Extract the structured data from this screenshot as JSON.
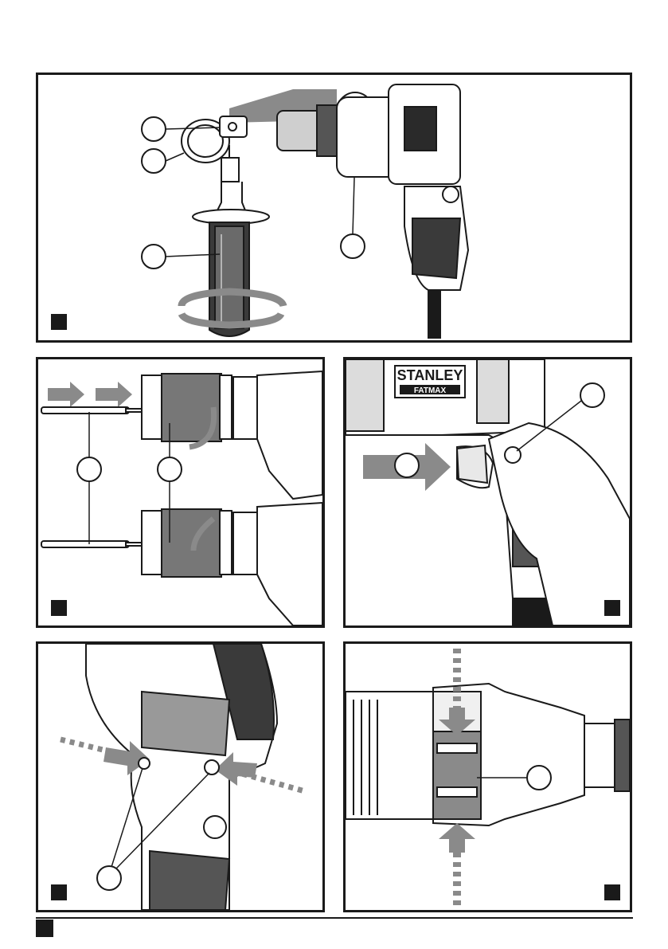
{
  "brand": {
    "name": "STANLEY",
    "subname": "FATMAX"
  },
  "colors": {
    "ink": "#1a1a1a",
    "tone": "#8a8a8a",
    "light": "#d8d8d8",
    "paper": "#ffffff"
  },
  "figures": [
    {
      "key": "fig-1",
      "icons": [
        "side-handle-icon",
        "drill-icon",
        "rotation-arrow-icon",
        "push-arrow-icon"
      ]
    },
    {
      "key": "fig-2",
      "icons": [
        "drill-bit-icon",
        "chuck-icon",
        "rotation-arrow-icon"
      ]
    },
    {
      "key": "fig-3",
      "icons": [
        "trigger-icon",
        "lock-button-icon",
        "hand-icon"
      ]
    },
    {
      "key": "fig-4",
      "icons": [
        "push-arrow-icon",
        "drill-body-icon"
      ]
    },
    {
      "key": "fig-5",
      "icons": [
        "mode-selector-icon",
        "push-arrow-icon"
      ]
    }
  ]
}
